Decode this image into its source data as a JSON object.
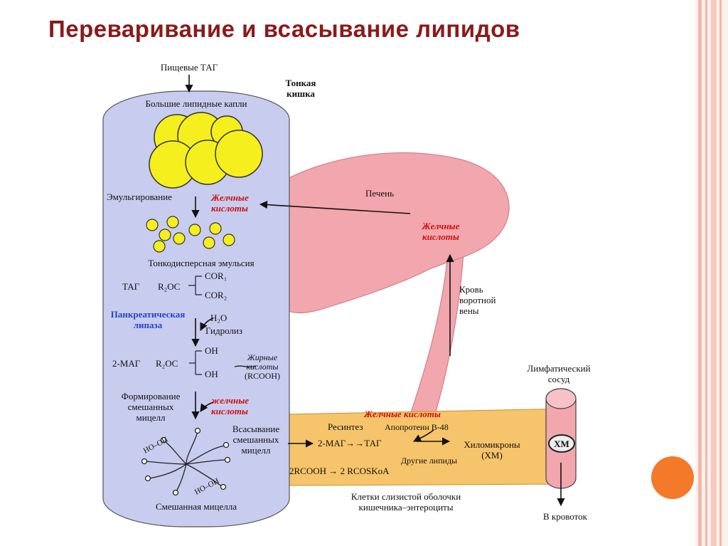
{
  "slide": {
    "title": "Переваривание и всасывание липидов",
    "colors": {
      "title": "#8b1a1a",
      "intestine_fill": "#c8ccee",
      "liver_fill": "#f2a6ae",
      "enterocyte_fill": "#f6c46a",
      "lymph_fill": "#f2a6ae",
      "droplet_fill": "#f5ef1e",
      "accent_circle": "#f47a2a",
      "bile_label": "#cc1111",
      "lipase_label": "#2244cc",
      "stripes": "#f4b6a8"
    }
  },
  "diagram": {
    "intestine": {
      "dietary_tag": "Пищевые ТАГ",
      "small_intestine": [
        "Тонкая",
        "кишка"
      ],
      "large_droplets": "Большие липидные капли",
      "emulsification": "Эмульгирование",
      "bile_acids_1": [
        "Желчные",
        "кислоты"
      ],
      "fine_emulsion": "Тонкодисперсная эмульсия",
      "tag": "ТАГ",
      "r2oc_1": "R₂OC",
      "cor1": "COR₁",
      "cor2": "COR₂",
      "lipase": [
        "Панкреатическая",
        "липаза"
      ],
      "h2o": "H₂O",
      "hydrolysis": "Гидролиз",
      "mag_2": "2-МАГ",
      "r2oc_2": "R₂OC",
      "oh_1": "OH",
      "oh_2": "OH",
      "fatty_acids": [
        "Жирные",
        "кислоты",
        "(RCOOH)"
      ],
      "mixed_micelle_formation": [
        "Формирование",
        "смешанных",
        "мицелл"
      ],
      "bile_acids_2": [
        "желчные",
        "кислоты"
      ],
      "absorption": [
        "Всасывание",
        "смешанных",
        "мицелл"
      ],
      "ho_oh_1": "HO–OH",
      "ho_oh_2": "HO–OH",
      "mixed_micelle": "Смешанная мицелла"
    },
    "liver": {
      "label": "Печень",
      "bile_acids": [
        "Желчные",
        "кислоты"
      ]
    },
    "portal_blood": [
      "Кровь",
      "воротной",
      "вены"
    ],
    "enterocyte": {
      "bile_acids": "Желчные кислоты",
      "resynthesis": "Ресинтез",
      "apoprotein": "Апопротеин В-48",
      "mag_tag": "2-МАГ→→ТАГ",
      "other_lipids": "Другие липиды",
      "chylomicrons": [
        "Хиломикроны",
        "(ХМ)"
      ],
      "rcooh": "2RCOOH → 2 RCOSKoA",
      "caption": [
        "Клетки слизистой оболочки",
        "кишечника–энтероциты"
      ]
    },
    "lymph": {
      "label": [
        "Лимфатический",
        "сосуд"
      ],
      "xm": "ХМ",
      "to_blood": "В кровоток"
    }
  }
}
